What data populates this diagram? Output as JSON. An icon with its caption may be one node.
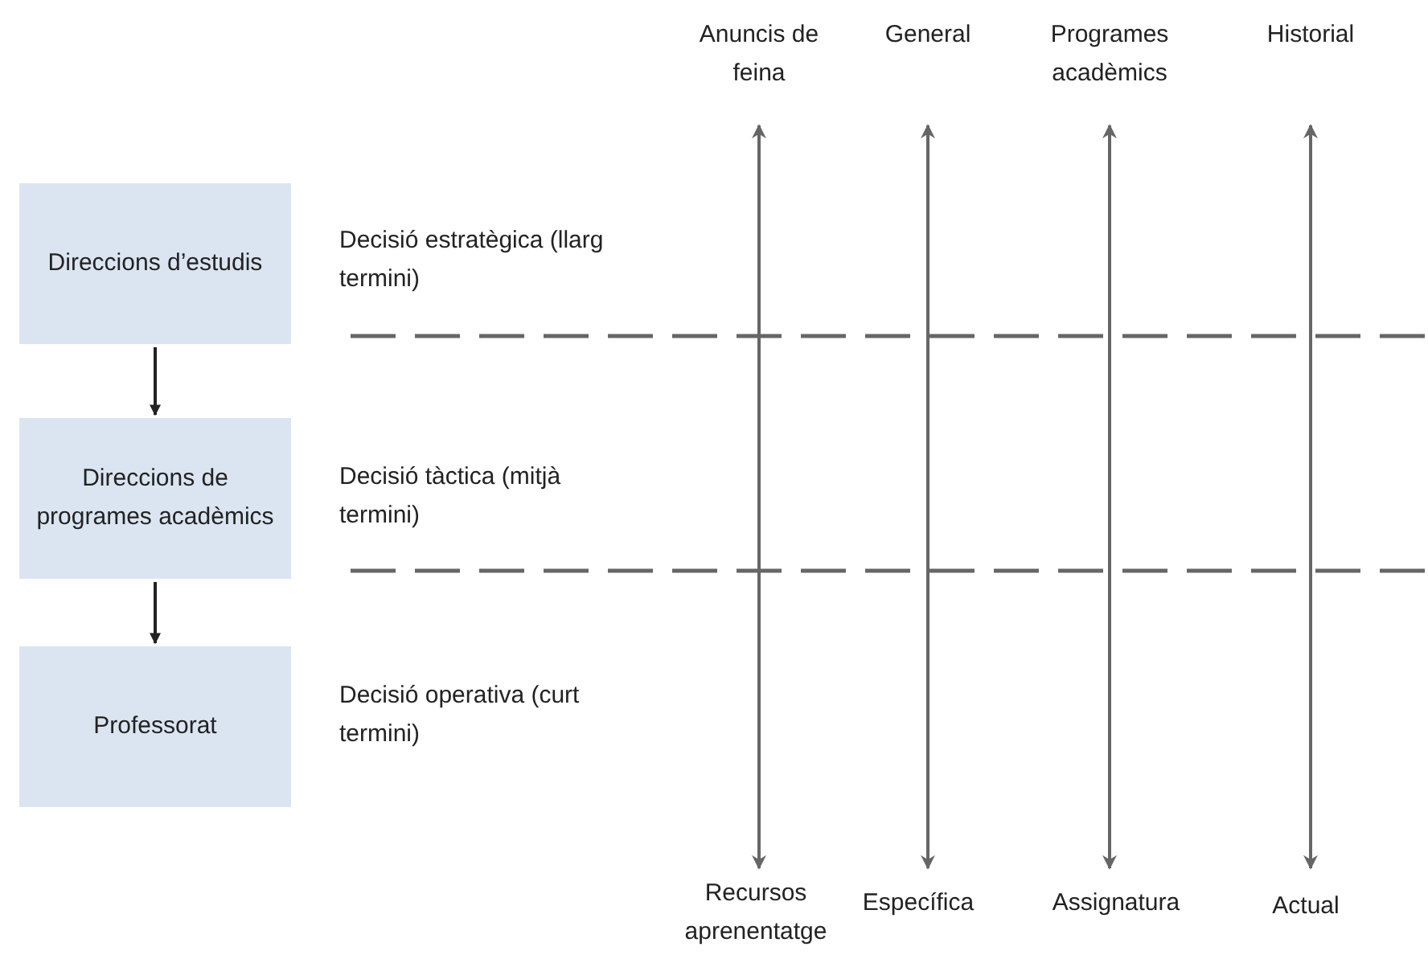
{
  "diagram": {
    "nodes": [
      {
        "text": [
          "Direccions d’estudis"
        ]
      },
      {
        "text": [
          "Direccions de programes acadèmics"
        ]
      },
      {
        "text": [
          "Professorat"
        ]
      },
      {
        "text": [
          "Anuncis de feina"
        ]
      },
      {
        "text": [
          "General"
        ]
      },
      {
        "text": [
          "Programes acadèmics"
        ]
      },
      {
        "text": [
          "Historial"
        ]
      },
      {
        "text": [
          "Recursos aprenentatge"
        ]
      },
      {
        "text": [
          "Específica"
        ]
      },
      {
        "text": [
          "Assignatura"
        ]
      },
      {
        "text": [
          "Actual"
        ]
      }
    ],
    "edges": [
      {
        "from": 0,
        "to": 1,
        "arrow": "to"
      },
      {
        "from": 1,
        "to": 2,
        "arrow": "to"
      },
      {
        "from": 3,
        "to": 7,
        "arrow": "both"
      },
      {
        "from": 4,
        "to": 8,
        "arrow": "both"
      },
      {
        "from": 5,
        "to": 9,
        "arrow": "both"
      },
      {
        "from": 6,
        "to": 10,
        "arrow": "both"
      }
    ],
    "labels": [
      "Decisió estratègica (llarg termini)",
      "Decisió tàctica (mitjà termini)",
      "Decisió operativa (curt termini)"
    ]
  }
}
